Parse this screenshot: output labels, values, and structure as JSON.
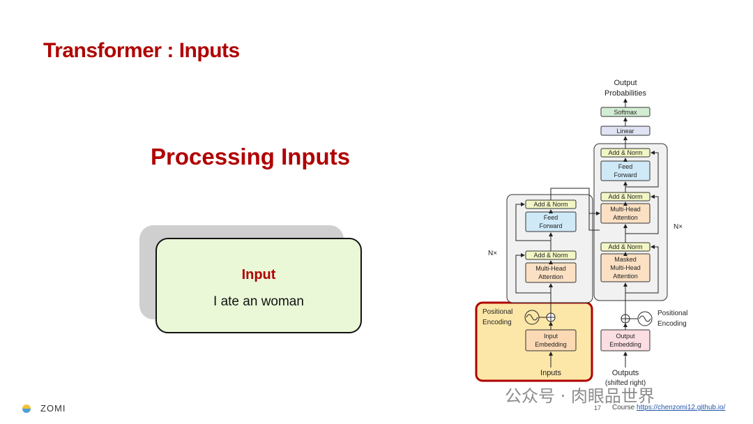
{
  "slide": {
    "title": "Transformer : Inputs",
    "subtitle": "Processing Inputs",
    "card_heading": "Input",
    "card_text": "I ate an woman",
    "brand": "ZOMI",
    "page_number": "17",
    "course_label": "Course",
    "course_link": "https://chenzomi12.github.io/",
    "watermark": "公众号 · 肉眼品世界"
  },
  "diagram": {
    "output_probabilities_1": "Output",
    "output_probabilities_2": "Probabilities",
    "softmax": "Softmax",
    "linear": "Linear",
    "add_norm": "Add & Norm",
    "feed_1": "Feed",
    "feed_2": "Forward",
    "mha_1": "Multi-Head",
    "mha_2": "Attention",
    "masked_1": "Masked",
    "masked_2": "Multi-Head",
    "masked_3": "Attention",
    "nx": "N×",
    "pos_enc_1": "Positional",
    "pos_enc_2": "Encoding",
    "input_emb_1": "Input",
    "input_emb_2": "Embedding",
    "output_emb_1": "Output",
    "output_emb_2": "Embedding",
    "inputs": "Inputs",
    "outputs_1": "Outputs",
    "outputs_2": "(shifted right)"
  },
  "colors": {
    "accent_red": "#b00000",
    "card_green": "#eaf8d8",
    "highlight_yellow": "#fde7a8",
    "add_norm": "#f2f6c4",
    "feed_forward": "#cfe9f7",
    "attention": "#fbe0c3",
    "softmax": "#d3edd2",
    "linear": "#dfe3f3",
    "output_embedding": "#fbdde2"
  }
}
